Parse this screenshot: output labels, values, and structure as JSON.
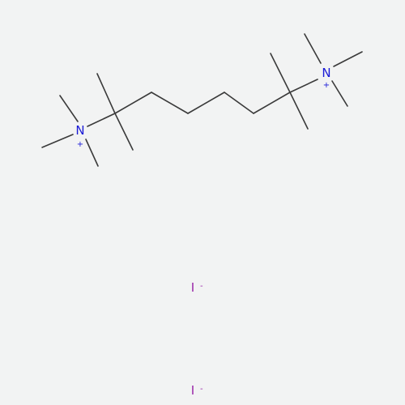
{
  "molecule": {
    "atoms": [
      {
        "id": "n1",
        "symbol": "N",
        "charge": "+",
        "color": "#1a1ad6"
      },
      {
        "id": "n2",
        "symbol": "N",
        "charge": "+",
        "color": "#1a1ad6"
      }
    ],
    "ions": [
      {
        "id": "iodide-1",
        "symbol": "I",
        "charge": "-",
        "color": "#9a26a8"
      },
      {
        "id": "iodide-2",
        "symbol": "I",
        "charge": "-",
        "color": "#9a26a8"
      }
    ],
    "bond_color": "#3a3a3a",
    "background_color": "#f2f3f3"
  }
}
